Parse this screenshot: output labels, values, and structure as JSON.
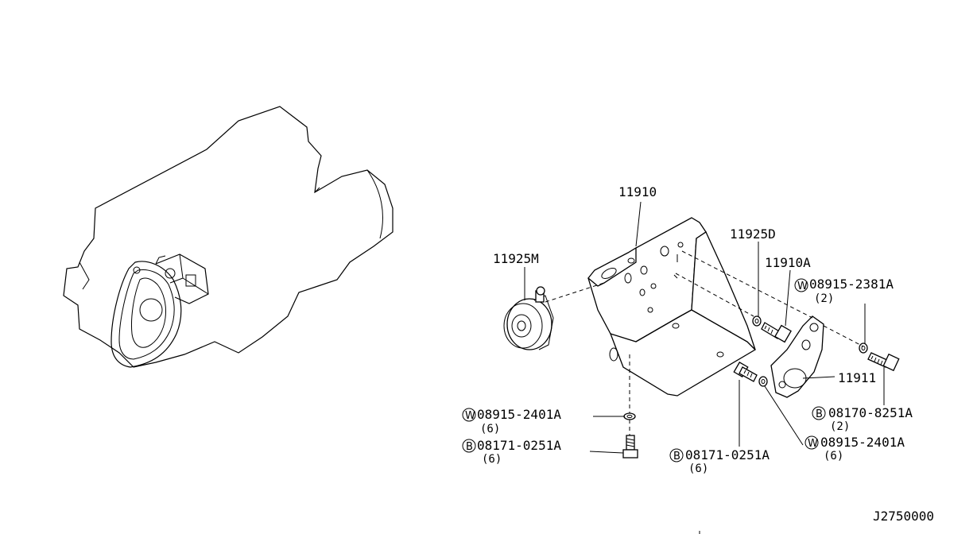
{
  "diagram_id": "J2750000",
  "callouts": {
    "c11910": {
      "part": "11910"
    },
    "c11925d": {
      "part": "11925D"
    },
    "c11910a": {
      "part": "11910A"
    },
    "c11925m": {
      "part": "11925M"
    },
    "c11911": {
      "part": "11911"
    },
    "w_2381": {
      "symbol": "W",
      "part": "08915-2381A",
      "qty": "(2)"
    },
    "w_2401_left": {
      "symbol": "W",
      "part": "08915-2401A",
      "qty": "(6)"
    },
    "b_0251_left": {
      "symbol": "B",
      "part": "08171-0251A",
      "qty": "(6)"
    },
    "b_0251_mid": {
      "symbol": "B",
      "part": "08171-0251A",
      "qty": "(6)"
    },
    "w_2401_right": {
      "symbol": "W",
      "part": "08915-2401A",
      "qty": "(6)"
    },
    "b_8251": {
      "symbol": "B",
      "part": "08170-8251A",
      "qty": "(2)"
    }
  }
}
